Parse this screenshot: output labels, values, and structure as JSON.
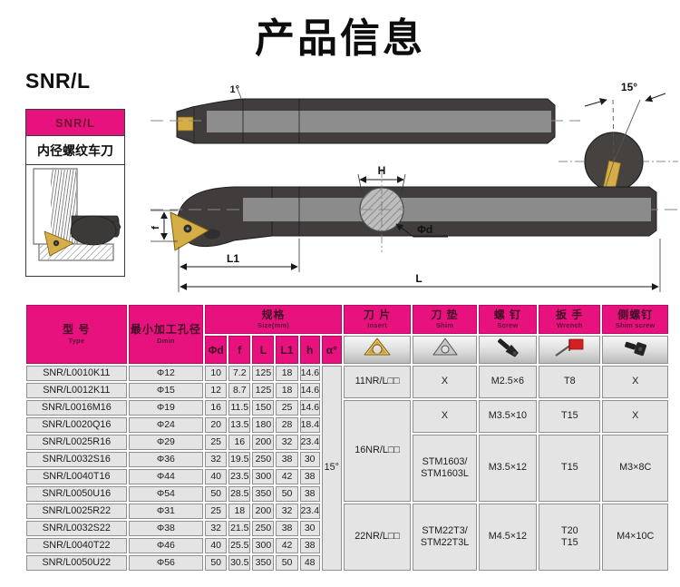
{
  "colors": {
    "accent_pink": "#e8127e",
    "header_text": "#3f1026",
    "cell_bg": "#e4e4e4",
    "tool_dark": "#3c3a39",
    "insert_gold": "#d5ae47"
  },
  "page": {
    "title": "产品信息"
  },
  "section": {
    "heading": "SNR/L"
  },
  "spec_box": {
    "model": "SNR/L",
    "name": "内径螺纹车刀"
  },
  "diagram": {
    "angle_top": "1°",
    "angle_end": "15°",
    "H": "H",
    "phi_d": "Φd",
    "f": "f",
    "L1": "L1",
    "L": "L"
  },
  "table": {
    "headers": {
      "type_zh": "型 号",
      "type_en": "Type",
      "dmin_zh": "最小加工孔径",
      "dmin_en": "Dmin",
      "size_zh": "规格",
      "size_en": "Size(mm)",
      "col_phid": "Φd",
      "col_f": "f",
      "col_l": "L",
      "col_l1": "L1",
      "col_h": "h",
      "col_a": "α°",
      "insert_zh": "刀 片",
      "insert_en": "Insert",
      "shim_zh": "刀 垫",
      "shim_en": "Shim",
      "screw_zh": "螺 钉",
      "screw_en": "Screw",
      "wrench_zh": "扳 手",
      "wrench_en": "Wrench",
      "shimscrew_zh": "侧螺钉",
      "shimscrew_en": "Shim screw"
    },
    "icons": {
      "insert": "gold-threading-insert-photo",
      "shim": "triangle-shim-photo",
      "screw": "torx-screw-photo",
      "wrench": "red-flag-torx-wrench-photo",
      "shim_screw": "side-lock-screw-photo"
    },
    "alpha": "15°",
    "rows": [
      {
        "model": "SNR/L0010K11",
        "dmin": "Φ12",
        "d": "10",
        "f": "7.2",
        "l": "125",
        "l1": "18",
        "h": "14.6"
      },
      {
        "model": "SNR/L0012K11",
        "dmin": "Φ15",
        "d": "12",
        "f": "8.7",
        "l": "125",
        "l1": "18",
        "h": "14.6"
      },
      {
        "model": "SNR/L0016M16",
        "dmin": "Φ19",
        "d": "16",
        "f": "11.5",
        "l": "150",
        "l1": "25",
        "h": "14.6"
      },
      {
        "model": "SNR/L0020Q16",
        "dmin": "Φ24",
        "d": "20",
        "f": "13.5",
        "l": "180",
        "l1": "28",
        "h": "18.4"
      },
      {
        "model": "SNR/L0025R16",
        "dmin": "Φ29",
        "d": "25",
        "f": "16",
        "l": "200",
        "l1": "32",
        "h": "23.4"
      },
      {
        "model": "SNR/L0032S16",
        "dmin": "Φ36",
        "d": "32",
        "f": "19.5",
        "l": "250",
        "l1": "38",
        "h": "30"
      },
      {
        "model": "SNR/L0040T16",
        "dmin": "Φ44",
        "d": "40",
        "f": "23.5",
        "l": "300",
        "l1": "42",
        "h": "38"
      },
      {
        "model": "SNR/L0050U16",
        "dmin": "Φ54",
        "d": "50",
        "f": "28.5",
        "l": "350",
        "l1": "50",
        "h": "38"
      },
      {
        "model": "SNR/L0025R22",
        "dmin": "Φ31",
        "d": "25",
        "f": "18",
        "l": "200",
        "l1": "32",
        "h": "23.4"
      },
      {
        "model": "SNR/L0032S22",
        "dmin": "Φ38",
        "d": "32",
        "f": "21.5",
        "l": "250",
        "l1": "38",
        "h": "30"
      },
      {
        "model": "SNR/L0040T22",
        "dmin": "Φ46",
        "d": "40",
        "f": "25.5",
        "l": "300",
        "l1": "42",
        "h": "38"
      },
      {
        "model": "SNR/L0050U22",
        "dmin": "Φ56",
        "d": "50",
        "f": "30.5",
        "l": "350",
        "l1": "50",
        "h": "48"
      }
    ],
    "merged": {
      "insert": {
        "g1": "11NR/L□□",
        "g2": "16NR/L□□",
        "g3": "22NR/L□□"
      },
      "shim": {
        "g1": "X",
        "g2": "X",
        "g3": "STM1603/\nSTM1603L",
        "g4": "STM22T3/\nSTM22T3L"
      },
      "screw": {
        "g1": "M2.5×6",
        "g2": "M3.5×10",
        "g3": "M3.5×12",
        "g4": "M4.5×12"
      },
      "wrench": {
        "g1": "T8",
        "g2": "T15",
        "g3": "T15",
        "g4": "T20\nT15"
      },
      "shim_screw": {
        "g1": "X",
        "g2": "X",
        "g3": "M3×8C",
        "g4": "M4×10C"
      }
    }
  }
}
